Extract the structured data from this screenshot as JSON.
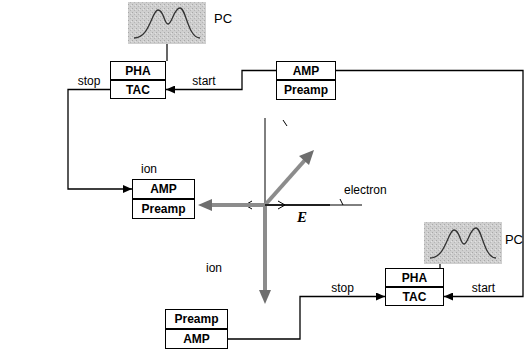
{
  "diagram": {
    "nodes": [
      {
        "text": [
          "PHA"
        ]
      },
      {
        "text": [
          "TAC"
        ]
      },
      {
        "text": [
          "AMP"
        ]
      },
      {
        "text": [
          "Preamp"
        ]
      },
      {
        "text": [
          "AMP"
        ]
      },
      {
        "text": [
          "Preamp"
        ]
      },
      {
        "text": [
          "PHA"
        ]
      },
      {
        "text": [
          "TAC"
        ]
      },
      {
        "text": [
          "Preamp"
        ]
      },
      {
        "text": [
          "AMP"
        ]
      }
    ],
    "edges": [
      {
        "from": 2,
        "to": 1,
        "arrow": "to",
        "label": "start"
      },
      {
        "from": 2,
        "to": 7,
        "arrow": "to",
        "label": "start"
      },
      {
        "from": 1,
        "to": 4,
        "arrow": "to",
        "label": "stop"
      },
      {
        "from": 9,
        "to": 7,
        "arrow": "to",
        "label": "stop"
      }
    ],
    "labels": [
      "PC",
      "ion",
      "electron",
      "E",
      "ion",
      "PC"
    ]
  }
}
